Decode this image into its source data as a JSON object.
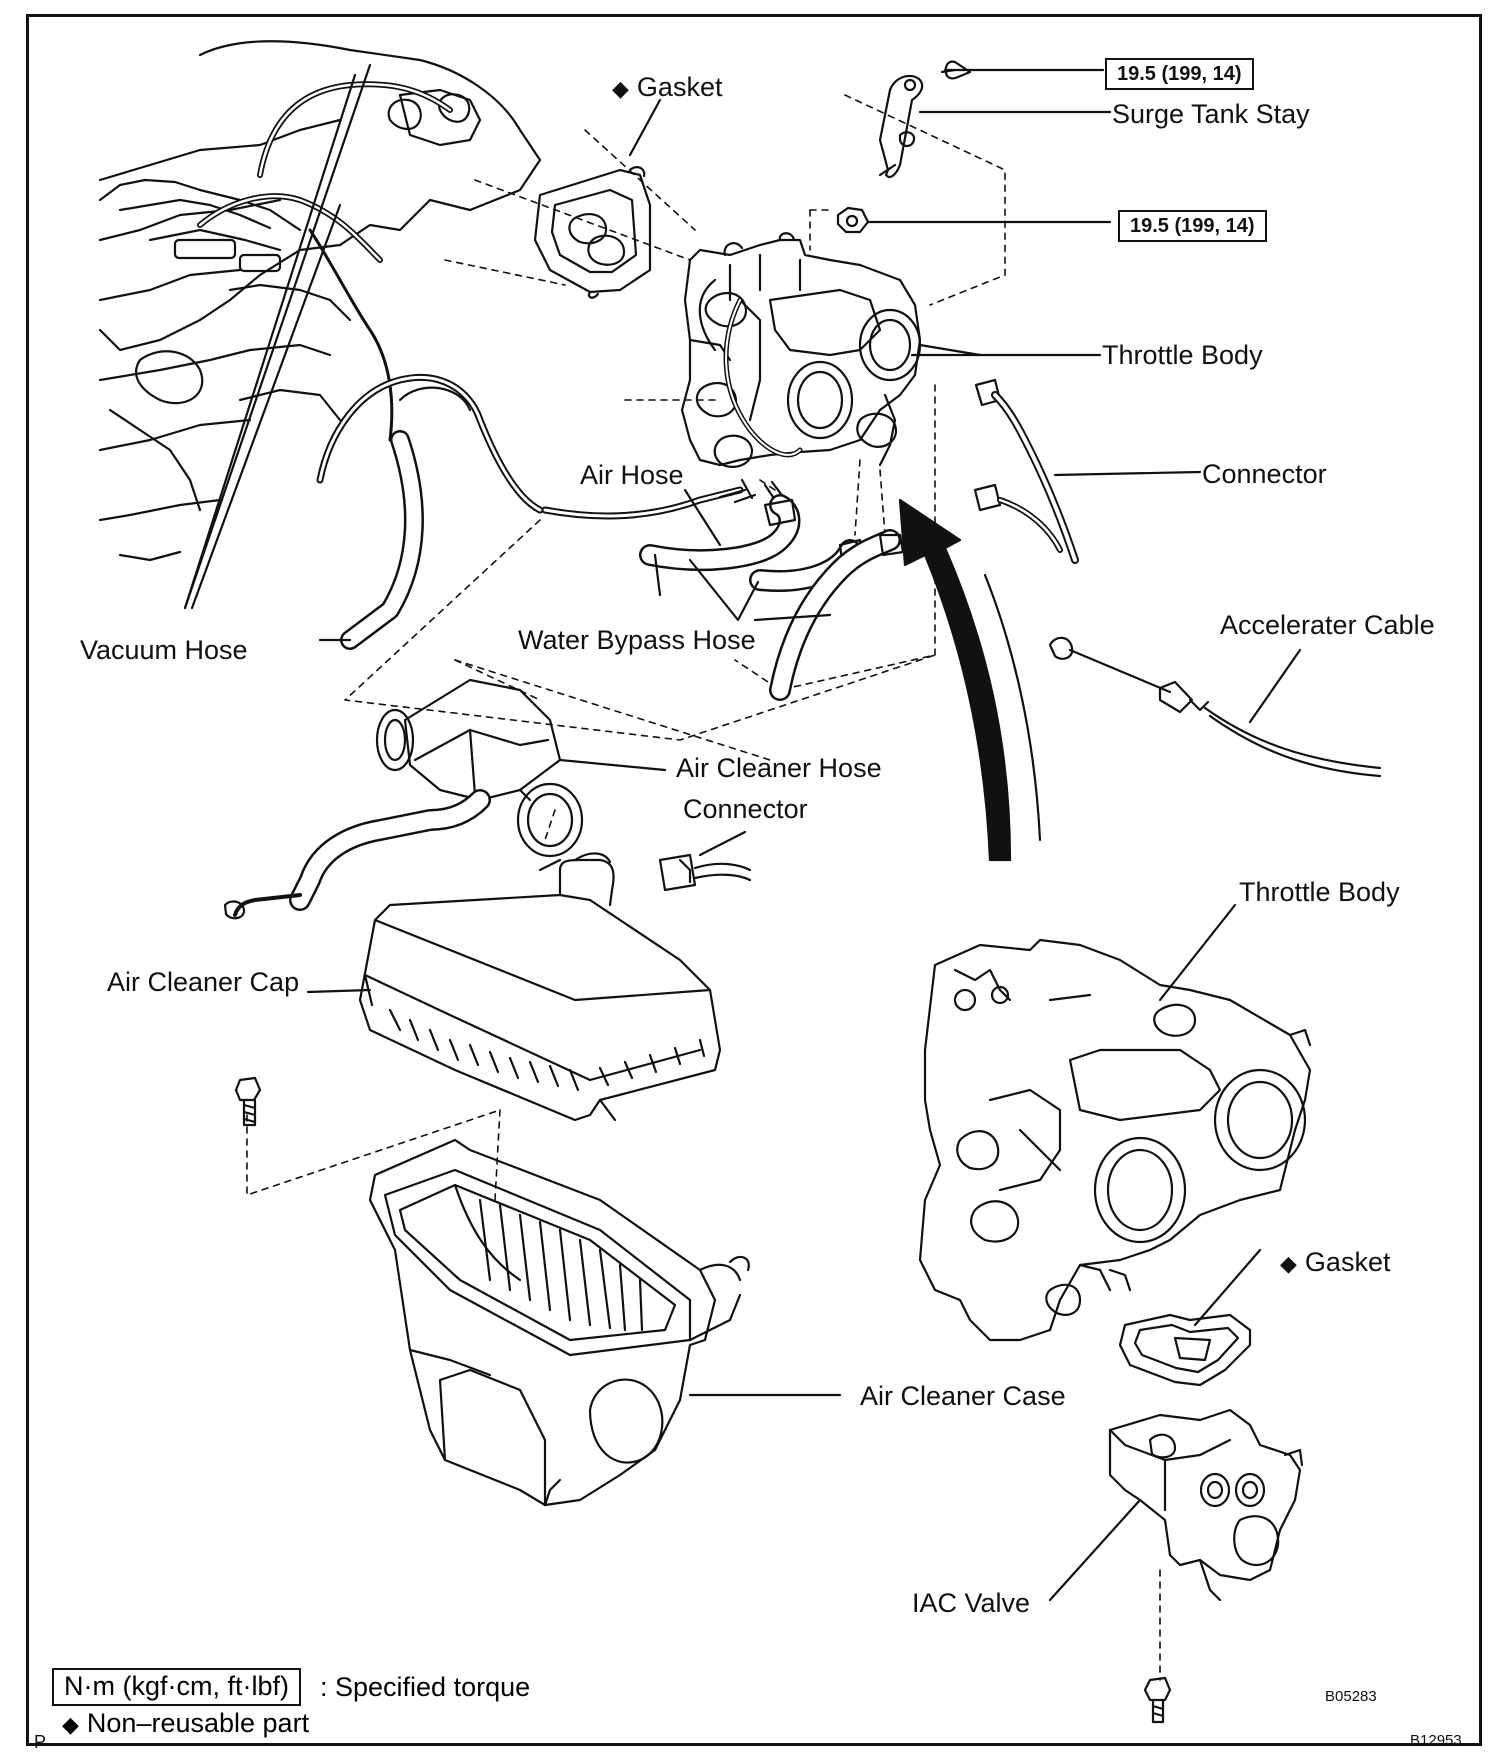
{
  "labels": {
    "gasket_top": "Gasket",
    "torque_bolt": "19.5 (199, 14)",
    "surge_tank_stay": "Surge Tank Stay",
    "torque_nut": "19.5 (199, 14)",
    "throttle_body_top": "Throttle Body",
    "connector_top": "Connector",
    "air_hose": "Air Hose",
    "vacuum_hose": "Vacuum Hose",
    "water_bypass_hose": "Water Bypass Hose",
    "accelerator_cable": "Accelerater Cable",
    "air_cleaner_hose": "Air Cleaner Hose",
    "connector_mid": "Connector",
    "throttle_body_bottom": "Throttle Body",
    "air_cleaner_cap": "Air Cleaner Cap",
    "gasket_bottom": "Gasket",
    "air_cleaner_case": "Air Cleaner Case",
    "iac_valve": "IAC Valve"
  },
  "legend": {
    "torque_unit": "N·m (kgf·cm, ft·lbf)",
    "torque_desc": ": Specified torque",
    "nonreusable": "Non–reusable part",
    "diamond_symbol": "◆"
  },
  "codes": {
    "inner_code": "B05283",
    "outer_code": "B12953",
    "corner_letter": "P"
  }
}
